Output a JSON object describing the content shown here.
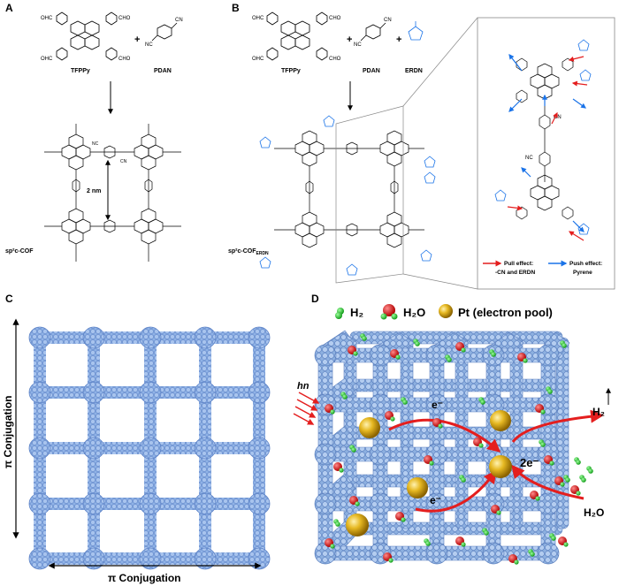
{
  "panels": {
    "A": {
      "letter": "A",
      "monomer1": "TFPPy",
      "monomer2": "PDAN",
      "plus": "+",
      "cho": "CHO",
      "ohc": "OHC",
      "cn": "CN",
      "nc": "NC",
      "pore": "2 nm",
      "product": "sp²c-COF"
    },
    "B": {
      "letter": "B",
      "monomer1": "TFPPy",
      "monomer2": "PDAN",
      "monomer3": "ERDN",
      "plus": "+",
      "product_main": "sp²c-COF",
      "product_sub": "ERDN",
      "legend_pull_1": "Pull effect:",
      "legend_pull_2": "-CN and ERDN",
      "legend_push_1": "Push effect:",
      "legend_push_2": "Pyrene"
    },
    "C": {
      "letter": "C",
      "axis_x": "π Conjugation",
      "axis_y": "π Conjugation"
    },
    "D": {
      "letter": "D",
      "legend_h2": "H₂",
      "legend_h2o": "H₂O",
      "legend_pt": "Pt (electron pool)",
      "light": "hn",
      "e1": "e⁻",
      "e2": "e⁻",
      "e3": "2e⁻",
      "out_h2": "H₂",
      "in_h2o": "H₂O"
    }
  },
  "colors": {
    "framework_blue": "#8fb2e6",
    "framework_edge": "#4a6fb8",
    "accent_red": "#e41e1e",
    "accent_blue": "#1a73e8",
    "h2_green": "#22c02a",
    "pt_gold": "#d4a017"
  }
}
